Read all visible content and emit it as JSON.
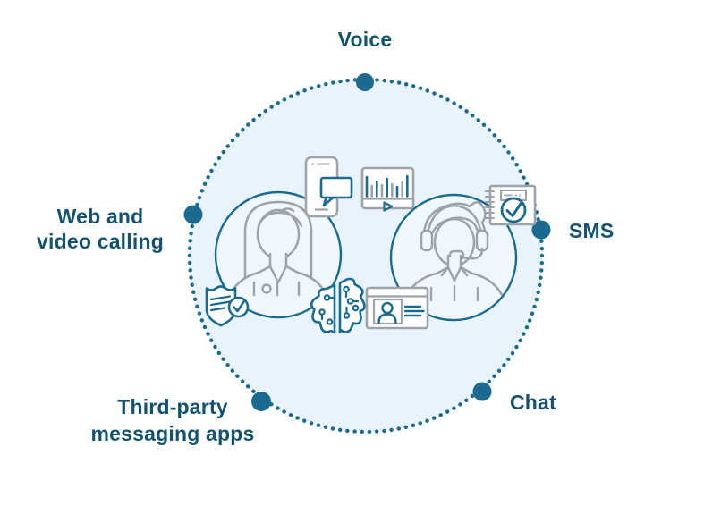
{
  "diagram": {
    "channels": [
      {
        "id": "voice",
        "label": "Voice",
        "position": "top"
      },
      {
        "id": "web-video-calling",
        "label": "Web and\nvideo calling",
        "position": "left"
      },
      {
        "id": "sms",
        "label": "SMS",
        "position": "right"
      },
      {
        "id": "chat",
        "label": "Chat",
        "position": "bottom-right"
      },
      {
        "id": "third-party-messaging",
        "label": "Third-party\nmessaging apps",
        "position": "bottom-left"
      }
    ],
    "icons": [
      "customer-person-icon",
      "agent-headset-person-icon",
      "smartphone-chat-icon",
      "video-analytics-icon",
      "checklist-notebook-icon",
      "shield-check-icon",
      "ai-circuit-icon",
      "id-card-icon"
    ],
    "colors": {
      "accent_teal": "#1b6a90",
      "label_text": "#14536f",
      "circle_fill": "#e8f3fb",
      "inner_circle_fill": "#f1f8fd",
      "icon_gray": "#9da3a8"
    }
  }
}
